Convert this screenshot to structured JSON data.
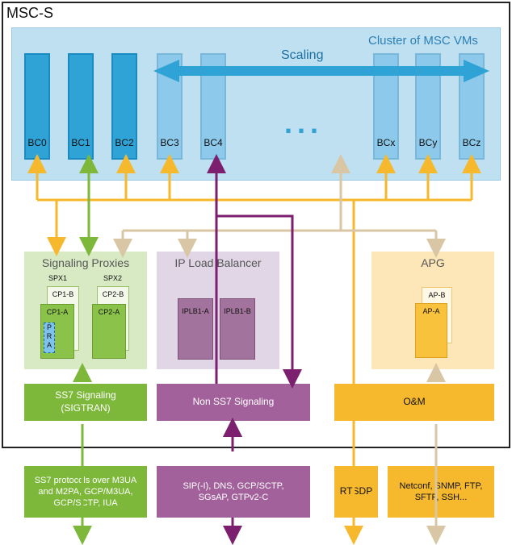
{
  "title": "MSC-S",
  "cluster": {
    "title": "Cluster of MSC VMs",
    "scaling_label": "Scaling",
    "ellipsis": "...",
    "blades": [
      "BC0",
      "BC1",
      "BC2",
      "BC3",
      "BC4",
      "BCx",
      "BCy",
      "BCz"
    ]
  },
  "signaling_proxies": {
    "title": "Signaling Proxies",
    "spx1": "SPX1",
    "spx2": "SPX2",
    "cp1b": "CP1-B",
    "cp1a": "CP1-A",
    "cp2b": "CP2-B",
    "cp2a": "CP2-A",
    "pra": [
      "P",
      "R",
      "A"
    ]
  },
  "ip_load_balancer": {
    "title": "IP Load Balancer",
    "iplb1a": "IPLB1-A",
    "iplb1b": "IPLB1-B"
  },
  "apg": {
    "title": "APG",
    "apb": "AP-B",
    "apa": "AP-A"
  },
  "bars": {
    "ss7": "SS7 Signaling (SIGTRAN)",
    "non_ss7": "Non SS7 Signaling",
    "om": "O&M"
  },
  "bottom": {
    "ss7_protocols": "SS7 protocols over M3UA and M2PA, GCP/M3UA, GCP/SCTP, IUA",
    "sip": "SIP(-I), DNS, GCP/SCTP, SGsAP, GTPv2-C",
    "rtsdp": "RTSDP",
    "netconf": "Netconf, SNMP, FTP, SFTP, SSH..."
  },
  "colors": {
    "blue": "#2fa3d6",
    "green": "#7db83a",
    "purple": "#7b1f6e",
    "orange": "#f6b92d",
    "beige": "#d8c6a4"
  }
}
